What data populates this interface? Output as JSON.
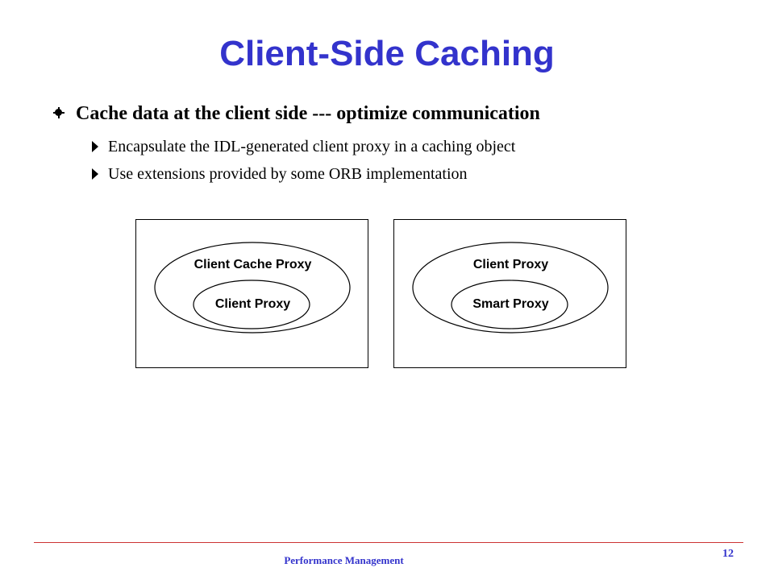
{
  "slide": {
    "title": "Client-Side Caching",
    "bullets": {
      "main": "Cache data at the client side --- optimize communication",
      "sub": [
        "Encapsulate the IDL-generated client proxy in a caching object",
        "Use extensions provided by some ORB implementation"
      ]
    }
  },
  "diagrams": {
    "left": {
      "outer_label": "Client Cache Proxy",
      "inner_label": "Client Proxy"
    },
    "right": {
      "outer_label": "Client Proxy",
      "inner_label": "Smart Proxy"
    }
  },
  "footer": {
    "text": "Performance Management",
    "page_number": "12"
  }
}
